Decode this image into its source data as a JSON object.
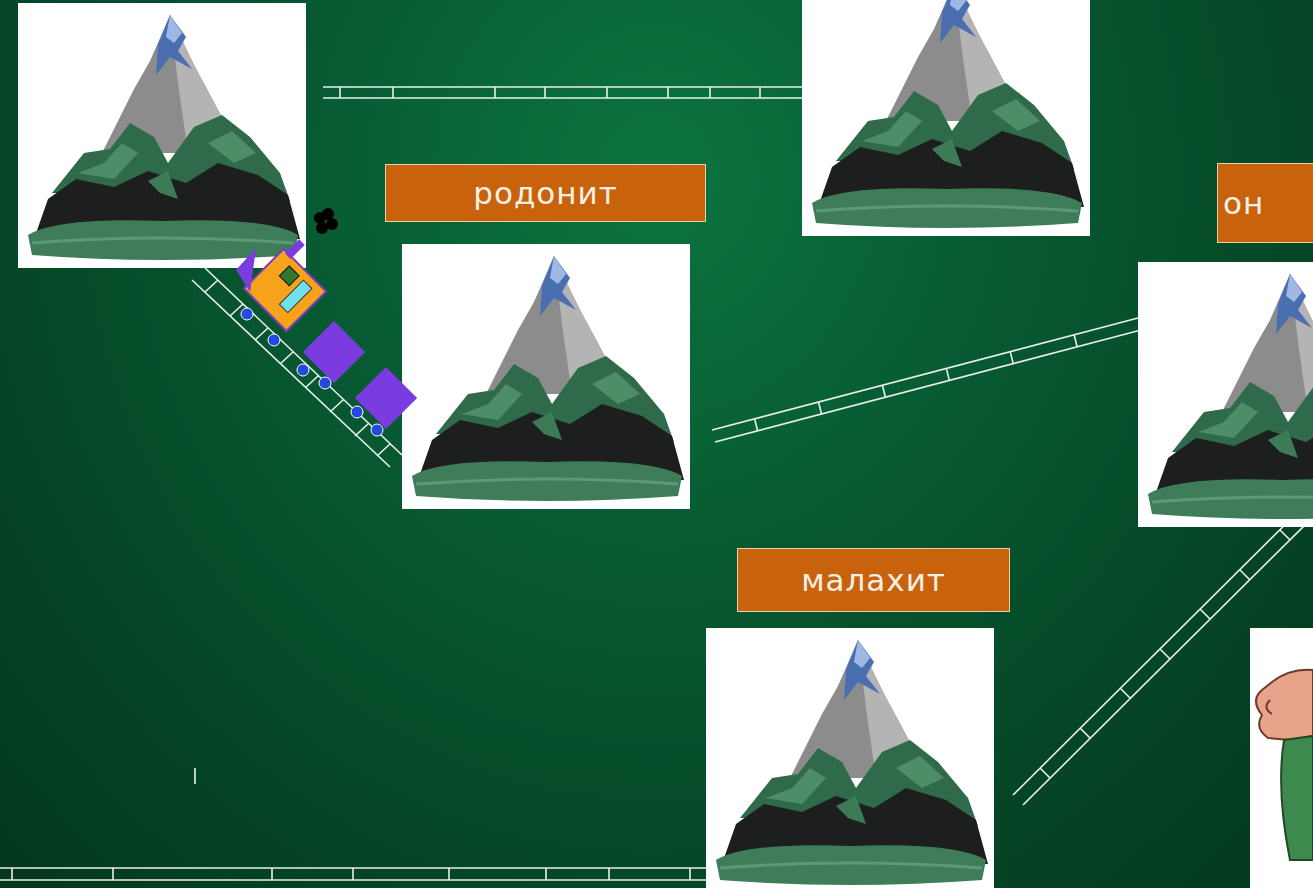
{
  "diagram": {
    "nodes": [
      {
        "text": [
          "родонит"
        ]
      },
      {
        "text": [
          "он"
        ]
      },
      {
        "text": [
          "малахит"
        ]
      }
    ]
  }
}
